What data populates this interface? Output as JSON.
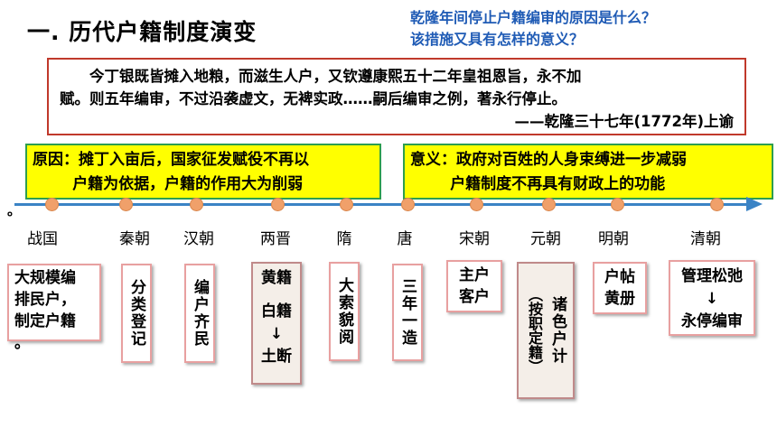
{
  "title": "一. 历代户籍制度演变",
  "question": {
    "line1": "乾隆年间停止户籍编审的原因是什么？",
    "line2": "该措施又具有怎样的意义？"
  },
  "quote": {
    "line1": "今丁银既皆摊入地粮，而滋生人户，又钦遵康熙五十二年皇祖恩旨，永不加",
    "line2": "赋。则五年编审，不过沿袭虚文，无裨实政……嗣后编审之例，著永行停止。",
    "source": "——乾隆三十七年(1772年)上谕"
  },
  "reason": {
    "line1": "原因：摊丁入亩后，国家征发赋役不再以",
    "line2": "户籍为依据，户籍的作用大为削弱"
  },
  "significance": {
    "line1": "意义：政府对百姓的人身束缚进一步减弱",
    "line2": "户籍制度不再具有财政上的功能"
  },
  "timeline_start_mark": "。",
  "eras": [
    "战国",
    "秦朝",
    "汉朝",
    "两晋",
    "隋",
    "唐",
    "宋朝",
    "元朝",
    "明朝",
    "清朝"
  ],
  "cards": {
    "zhanguo": {
      "line1": "大规模编",
      "line2": "排民户，",
      "line3": "制定户籍",
      "line4": "。"
    },
    "qin": "分类登记",
    "han": "编户齐民",
    "jin": {
      "line1": "黄籍",
      "line2": "白籍",
      "arrow": "↓",
      "line3": "土断"
    },
    "sui": "大索貌阅",
    "tang": "三年一造",
    "song": {
      "line1": "主户",
      "line2": "客户"
    },
    "yuan": {
      "col1": "诸色户计",
      "col2": "（按职定籍）"
    },
    "ming": {
      "line1": "户帖",
      "line2": "黄册"
    },
    "qing": {
      "line1": "管理松弛",
      "arrow": "↓",
      "line2": "永停编审"
    }
  }
}
